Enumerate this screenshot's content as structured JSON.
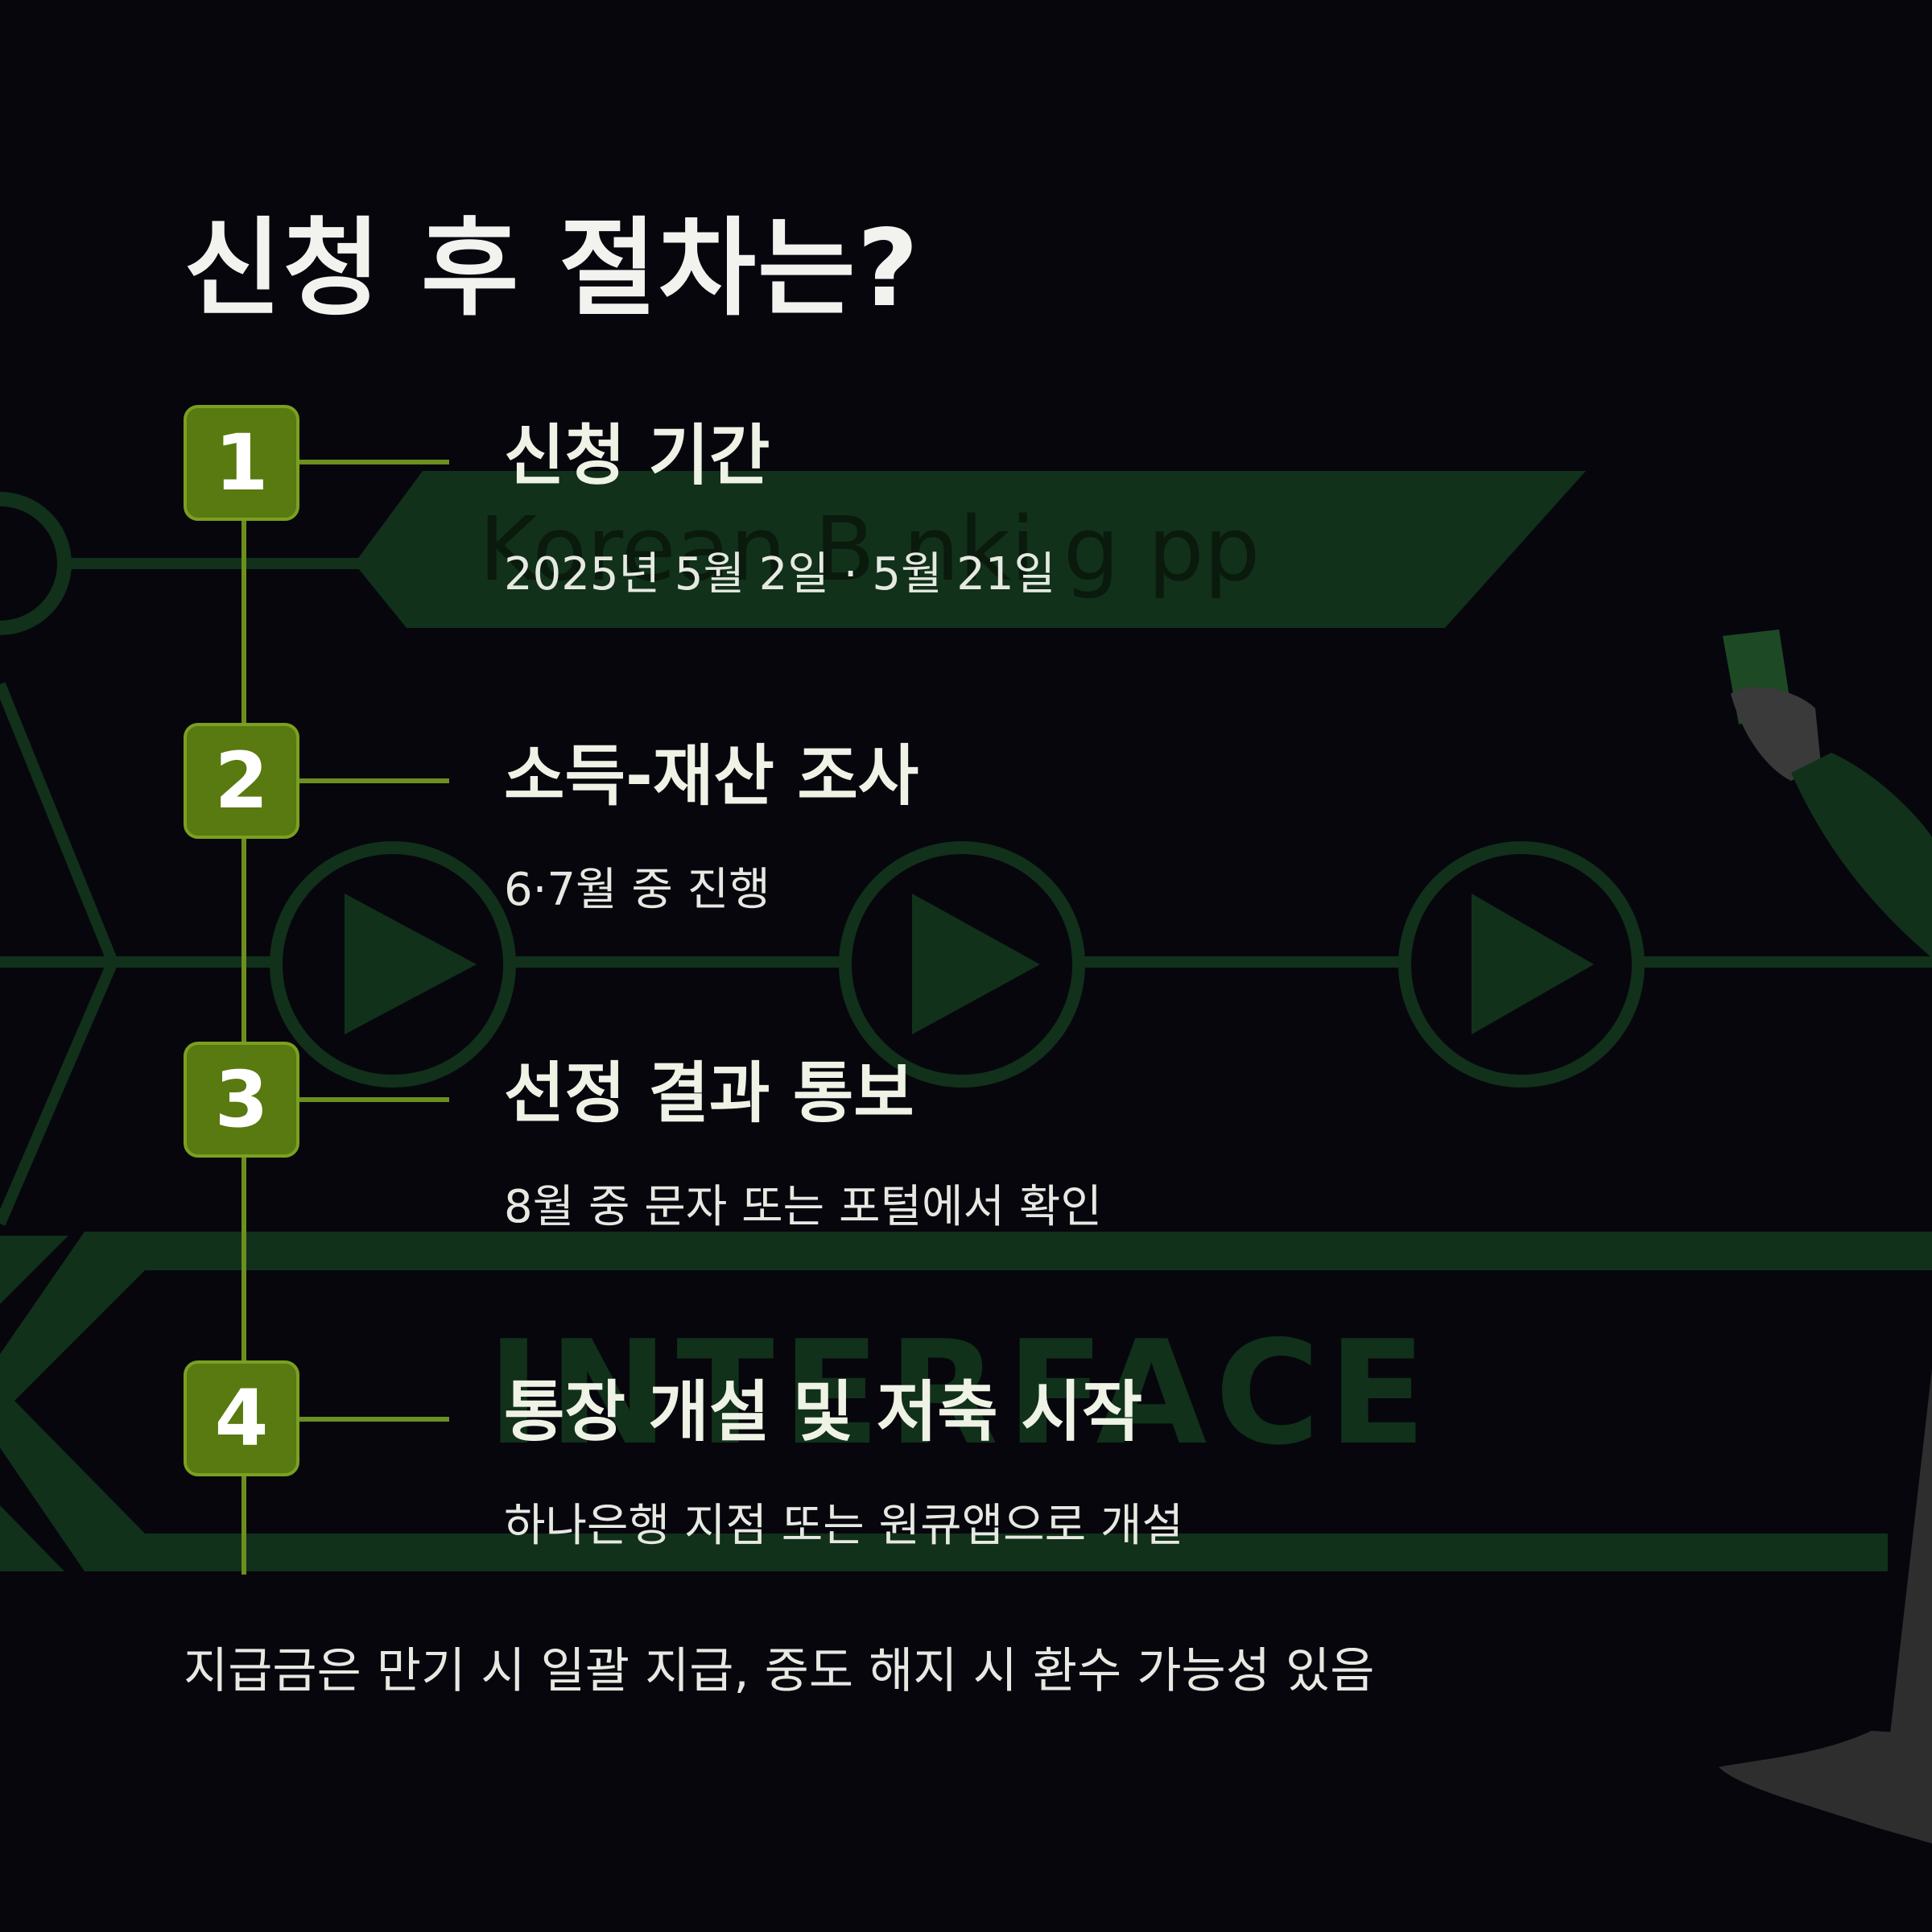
{
  "title": "신청 후 절차는?",
  "background": {
    "banner_text": "Korean B nki g pp",
    "interface_text": "INTERFACE"
  },
  "steps": [
    {
      "number": "1",
      "title": "신청 기간",
      "desc": "2025년 5월 2일 · 5월 21일"
    },
    {
      "number": "2",
      "title": "소득-재산 조사",
      "desc": "6·7월 중 진행"
    },
    {
      "number": "3",
      "title": "선정 결과 통보",
      "desc": "8월 중 문자 또는 포털에서 확인"
    },
    {
      "number": "4",
      "title": "통장 개설 및 저축 시작",
      "desc": "하나은행 지점 또는 원큐앱으로 개설"
    }
  ],
  "footnote": "지급금은 만기 시 일괄 지급, 중도 해지 시 환수 가능성 있음",
  "colors": {
    "background": "#07060d",
    "deep_green": "#11311a",
    "step_green": "#587a10",
    "line_green": "#6c8f1f",
    "text_light": "#eef3e6"
  },
  "icons": [
    "play-icon",
    "play-icon",
    "play-icon",
    "person-holding-phone-illustration"
  ]
}
